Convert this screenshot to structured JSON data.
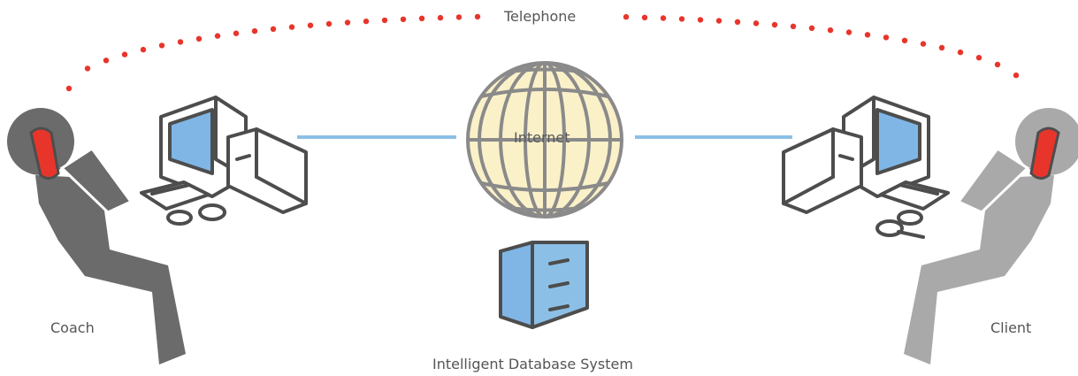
{
  "labels": {
    "telephone": "Telephone",
    "internet": "Internet",
    "coach": "Coach",
    "client": "Client",
    "database": "Intelligent Database System"
  },
  "colors": {
    "phone_dots": "#e8352b",
    "network_line": "#8cbfe6",
    "globe_fill": "#fbf1c9",
    "globe_stroke": "#8a8a8a",
    "screen": "#7fb6e6",
    "outline": "#4d4d4d",
    "coach": "#6b6b6b",
    "client": "#a9a9a9",
    "handset": "#e8352b"
  },
  "icons": {
    "coach": "person-with-phone-icon",
    "client": "person-with-phone-icon",
    "computer": "desktop-computer-icon",
    "globe": "globe-icon",
    "database": "file-cabinet-icon"
  }
}
